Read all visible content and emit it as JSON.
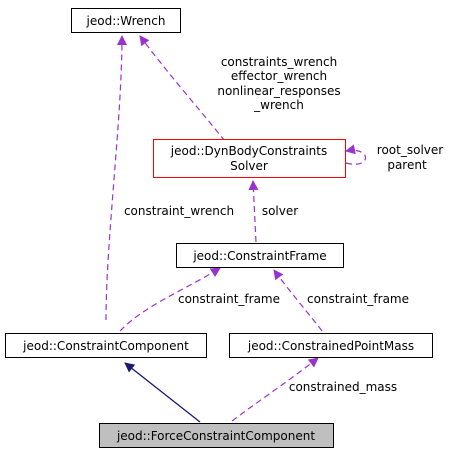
{
  "colors": {
    "node_border": "#000000",
    "highlight_border": "#ff0000",
    "focus_fill": "#bfbfbf",
    "usage_edge": "#9a32cd",
    "inheritance_edge": "#191970"
  },
  "nodes": {
    "wrench": "jeod::Wrench",
    "solver": [
      "jeod::DynBodyConstraints",
      "Solver"
    ],
    "frame": "jeod::ConstraintFrame",
    "component": "jeod::ConstraintComponent",
    "point_mass": "jeod::ConstrainedPointMass",
    "force_component": "jeod::ForceConstraintComponent"
  },
  "edge_labels": {
    "solver_to_wrench": [
      "constraints_wrench",
      "effector_wrench",
      "nonlinear_responses",
      "_wrench"
    ],
    "solver_self": [
      "root_solver",
      "parent"
    ],
    "component_to_wrench": "constraint_wrench",
    "frame_to_solver": "solver",
    "component_to_frame": "constraint_frame",
    "point_mass_to_frame": "constraint_frame",
    "force_to_point_mass": "constrained_mass"
  }
}
